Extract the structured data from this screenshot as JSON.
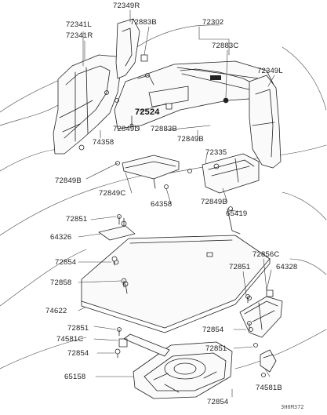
{
  "labels": {
    "l_72349R": "72349R",
    "l_72341L": "72341L",
    "l_72341R": "72341R",
    "l_72883B_top": "72883B",
    "l_72302": "72302",
    "l_72883C": "72883C",
    "l_72349L": "72349L",
    "l_72524": "72524",
    "l_72849D": "72849D",
    "l_72883B_mid": "72883B",
    "l_74358": "74358",
    "l_72849B_right": "72849B",
    "l_72335": "72335",
    "l_72849B_left": "72849B",
    "l_72849C": "72849C",
    "l_64358": "64358",
    "l_72849B_bot": "72849B",
    "l_65419": "65419",
    "l_72851_a": "72851",
    "l_64326": "64326",
    "l_72854_a": "72854",
    "l_72856C": "72856C",
    "l_72851_b": "72851",
    "l_64328": "64328",
    "l_72858": "72858",
    "l_74622": "74622",
    "l_72851_c": "72851",
    "l_74581C": "74581C",
    "l_72854_b": "72854",
    "l_72854_c": "72854",
    "l_72851_d": "72851",
    "l_65158": "65158",
    "l_74581B": "74581B",
    "l_72854_d": "72854"
  },
  "drawing_code": "3H0M372"
}
